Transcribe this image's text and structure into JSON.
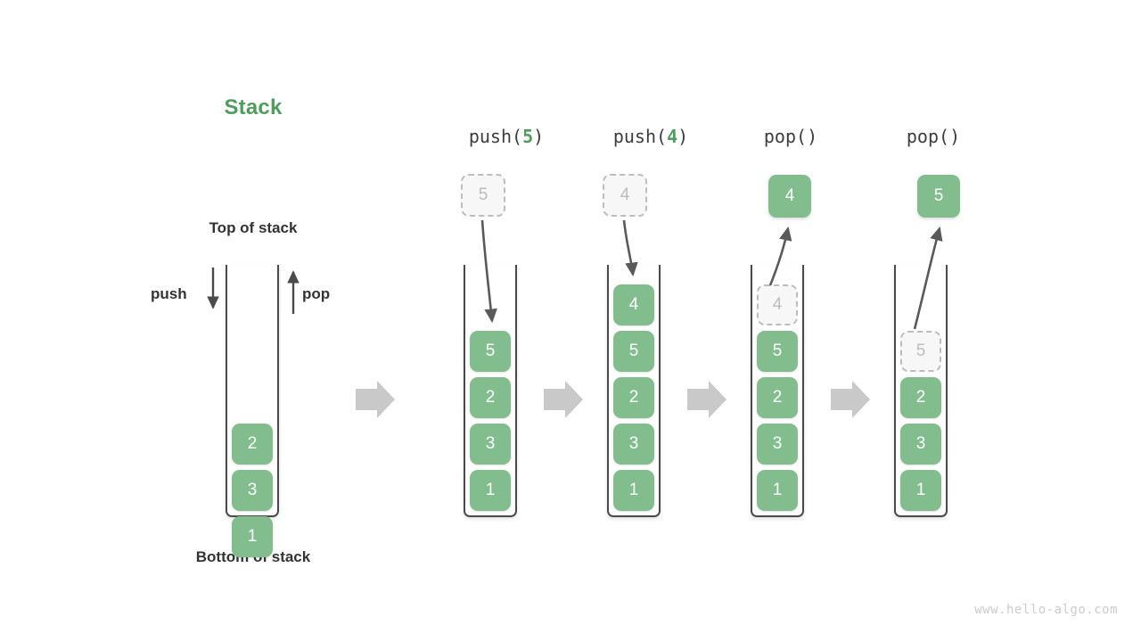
{
  "diagram": {
    "title": "Stack",
    "title_color": "#4d9e5b",
    "box_color": "#82bd8e",
    "ghost_color": "#f7f7f7",
    "arrow_color": "#c9c9c9",
    "watermark": "www.hello-algo.com"
  },
  "legend": {
    "top_label": "Top of stack",
    "bottom_label": "Bottom of stack",
    "push_label": "push",
    "pop_label": "pop",
    "push_arrow_icon": "arrow-down-icon",
    "pop_arrow_icon": "arrow-up-icon"
  },
  "initial_state": {
    "cells": [
      "2",
      "3",
      "1"
    ]
  },
  "steps": [
    {
      "op_prefix": "push(",
      "op_arg": "5",
      "op_suffix": ")",
      "op_full": "push(5)",
      "incoming_value": "5",
      "incoming_kind": "ghost",
      "direction": "in",
      "cells": [
        "5",
        "2",
        "3",
        "1"
      ],
      "ghost_index": -1,
      "ghost_value": ""
    },
    {
      "op_prefix": "push(",
      "op_arg": "4",
      "op_suffix": ")",
      "op_full": "push(4)",
      "incoming_value": "4",
      "incoming_kind": "ghost",
      "direction": "in",
      "cells": [
        "4",
        "5",
        "2",
        "3",
        "1"
      ],
      "ghost_index": -1,
      "ghost_value": ""
    },
    {
      "op_prefix": "pop(",
      "op_arg": "",
      "op_suffix": ")",
      "op_full": "pop()",
      "incoming_value": "4",
      "incoming_kind": "filled",
      "direction": "out",
      "cells": [
        "4",
        "5",
        "2",
        "3",
        "1"
      ],
      "ghost_index": 0,
      "ghost_value": "4"
    },
    {
      "op_prefix": "pop(",
      "op_arg": "",
      "op_suffix": ")",
      "op_full": "pop()",
      "incoming_value": "5",
      "incoming_kind": "filled",
      "direction": "out",
      "cells": [
        "5",
        "2",
        "3",
        "1"
      ],
      "ghost_index": 0,
      "ghost_value": "5"
    }
  ],
  "transitions": [
    "step-arrow-1",
    "step-arrow-2",
    "step-arrow-3",
    "step-arrow-4"
  ]
}
